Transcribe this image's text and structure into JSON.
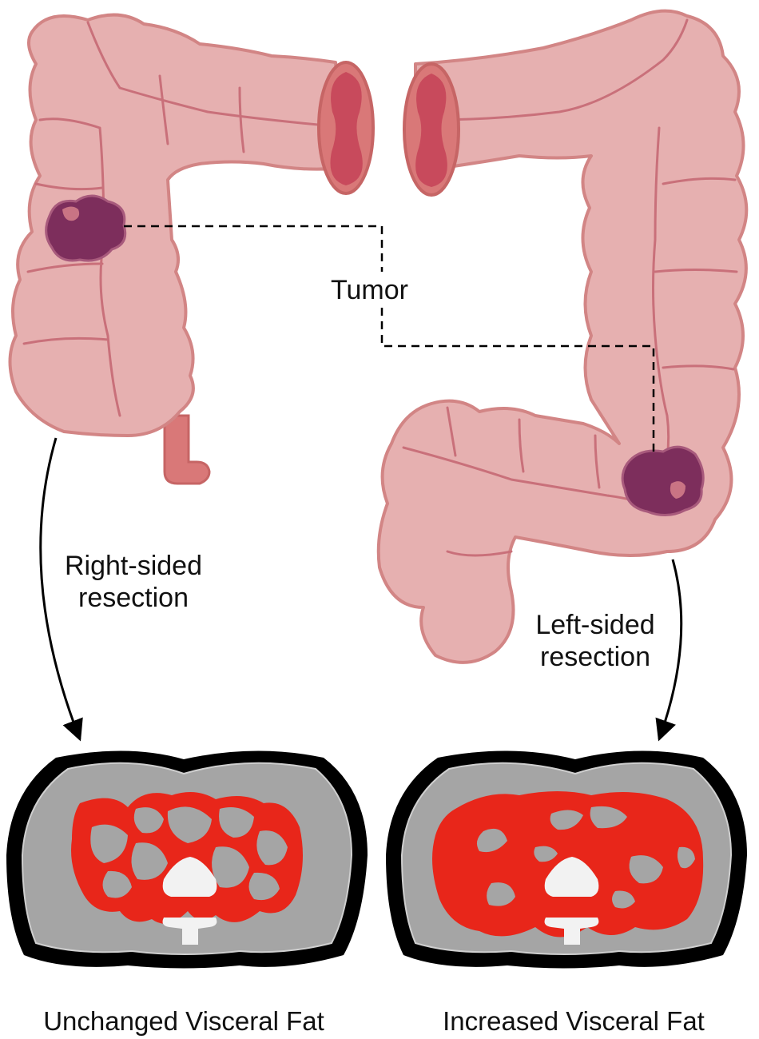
{
  "labels": {
    "tumor": "Tumor",
    "right_resection": [
      "Right-sided",
      "resection"
    ],
    "left_resection": [
      "Left-sided",
      "resection"
    ],
    "caption_left": "Unchanged Visceral Fat",
    "caption_right": "Increased Visceral Fat"
  },
  "colors": {
    "colon_fill": "#e6b0b0",
    "colon_stroke": "#d28585",
    "colon_fold": "#c9707a",
    "lumen": "#c84a5c",
    "tumor": "#7d2e5c",
    "tumor_spot": "#c97484",
    "visceral_fat": "#e8261a",
    "ct_tissue": "#a5a5a5",
    "ct_skin": "#000000",
    "bone": "#f2f2f2",
    "arrow": "#000000"
  },
  "icons": [
    "colon-illustration",
    "tumor-marker",
    "ct-cross-section"
  ]
}
